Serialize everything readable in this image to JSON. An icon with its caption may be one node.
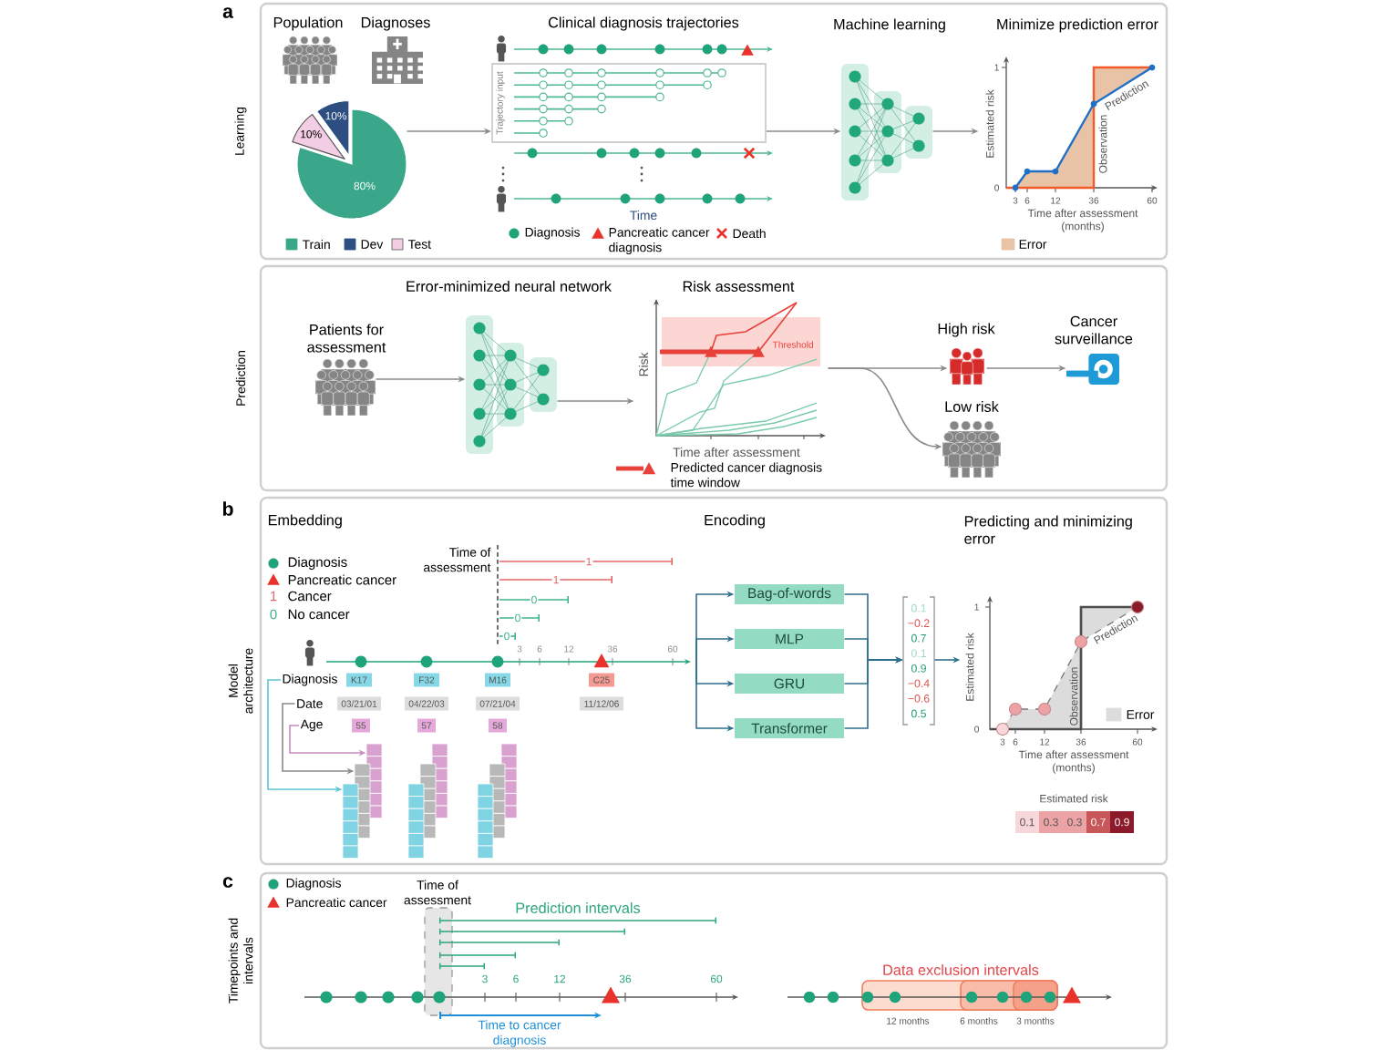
{
  "diagram": {
    "nodes": [
      {
        "text": [
          "Learning"
        ]
      },
      {
        "text": [
          "10%",
          "10%",
          "80%"
        ],
        "in": 0
      },
      {
        "text": [
          "Trajectory input"
        ],
        "in": 0
      },
      {
        "text": [
          "Machine learning"
        ],
        "in": 0
      },
      {
        "text": [
          "Minimize prediction error",
          "1",
          "0",
          "Estimated risk",
          "Observation",
          "Prediction",
          "3",
          "6",
          "12",
          "36",
          "60",
          "Time after assessment (months)"
        ],
        "in": 0
      },
      {
        "text": [
          "Prediction"
        ]
      },
      {
        "text": [
          "Patients for assessment"
        ],
        "in": 5
      },
      {
        "text": [
          "Error-minimized neural network"
        ],
        "in": 5
      },
      {
        "text": [
          "Risk assessment",
          "Risk",
          "Threshold",
          "Time after assessment"
        ],
        "in": 5
      },
      {
        "text": [
          "High risk"
        ],
        "in": 5
      },
      {
        "text": [
          "Cancer surveillance"
        ],
        "in": 5
      },
      {
        "text": [
          "Low risk"
        ],
        "in": 5
      },
      {
        "text": [
          "Model architecture"
        ]
      },
      {
        "text": [
          "Diagnosis"
        ],
        "in": 12
      },
      {
        "text": [
          "K17"
        ],
        "in": 12
      },
      {
        "text": [
          "F32"
        ],
        "in": 12
      },
      {
        "text": [
          "M16"
        ],
        "in": 12
      },
      {
        "text": [
          "C25"
        ],
        "in": 12
      },
      {
        "text": [
          "Date"
        ],
        "in": 12
      },
      {
        "text": [
          "03/21/01"
        ],
        "in": 12
      },
      {
        "text": [
          "04/22/03"
        ],
        "in": 12
      },
      {
        "text": [
          "07/21/04"
        ],
        "in": 12
      },
      {
        "text": [
          "11/12/06"
        ],
        "in": 12
      },
      {
        "text": [
          "Age"
        ],
        "in": 12
      },
      {
        "text": [
          "55"
        ],
        "in": 12
      },
      {
        "text": [
          "57"
        ],
        "in": 12
      },
      {
        "text": [
          "58"
        ],
        "in": 12
      },
      {
        "text": [],
        "shape": "picture",
        "in": 12
      },
      {
        "text": [],
        "shape": "picture",
        "in": 12
      },
      {
        "text": [],
        "shape": "picture",
        "in": 12
      },
      {
        "text": [
          "Bag-of-words"
        ],
        "in": 12
      },
      {
        "text": [
          "MLP"
        ],
        "in": 12
      },
      {
        "text": [
          "GRU"
        ],
        "in": 12
      },
      {
        "text": [
          "Transformer"
        ],
        "in": 12
      },
      {
        "text": [
          "0.1",
          "−0.2",
          "0.7",
          "0.1",
          "0.9",
          "−0.4",
          "−0.6",
          "0.5"
        ],
        "in": 12
      },
      {
        "text": [
          "Predicting and minimizing error",
          "1",
          "0",
          "Estimated risk",
          "Observation",
          "Prediction",
          "3",
          "6",
          "12",
          "36",
          "60",
          "Time after assessment (months)"
        ],
        "in": 12
      },
      {
        "text": [
          "Timepoints and intervals"
        ]
      },
      {
        "text": [
          "Time of assessment"
        ],
        "in": 36
      },
      {
        "text": [
          "12 months"
        ],
        "in": 36
      },
      {
        "text": [
          "6 months"
        ],
        "in": 38
      },
      {
        "text": [
          "3 months"
        ],
        "in": 39
      }
    ],
    "edges": [
      {
        "from": 1,
        "to": 2,
        "arrow": "to"
      },
      {
        "from": 2,
        "to": 3,
        "arrow": "to"
      },
      {
        "from": 3,
        "to": 4,
        "arrow": "to"
      },
      {
        "from": 6,
        "to": 7,
        "arrow": "to"
      },
      {
        "from": 7,
        "to": 8,
        "arrow": "to"
      },
      {
        "from": 8,
        "to": 9,
        "arrow": "to"
      },
      {
        "from": 8,
        "to": 11,
        "arrow": "to"
      },
      {
        "from": 9,
        "to": 10,
        "arrow": "to"
      },
      {
        "from": 13,
        "to": 27,
        "arrow": "to",
        "color": "#5cc6d6"
      },
      {
        "from": 18,
        "to": 27,
        "arrow": "to"
      },
      {
        "from": 23,
        "to": 27,
        "arrow": "to",
        "color": "#c98bbf"
      },
      {
        "from": null,
        "to": 30,
        "arrow": "to",
        "color": "#2e6f8e"
      },
      {
        "from": null,
        "to": 31,
        "arrow": "to",
        "color": "#2e6f8e"
      },
      {
        "from": null,
        "to": 32,
        "arrow": "to",
        "color": "#2e6f8e"
      },
      {
        "from": null,
        "to": 33,
        "arrow": "to",
        "color": "#2e6f8e"
      },
      {
        "from": 30,
        "to": 34,
        "arrow": "to",
        "color": "#2e6f8e"
      },
      {
        "from": 31,
        "to": 34,
        "arrow": "to",
        "color": "#2e6f8e"
      },
      {
        "from": 32,
        "to": 34,
        "arrow": "to",
        "color": "#2e6f8e"
      },
      {
        "from": 33,
        "to": 34,
        "arrow": "to",
        "color": "#2e6f8e"
      },
      {
        "from": 34,
        "to": 35,
        "arrow": "to",
        "color": "#2e6f8e"
      }
    ],
    "labels": [
      "a",
      "Population",
      "Diagnoses",
      "Clinical diagnosis trajectories",
      "Time",
      "b",
      "Embedding",
      "Encoding",
      "1",
      "0",
      "Time of assessment",
      "1",
      "1",
      "0",
      "0",
      "0",
      "3",
      "6",
      "12",
      "36",
      "60",
      "Estimated risk",
      "0.1",
      "0.3",
      "0.3",
      "0.7",
      "0.9",
      "c",
      "Prediction intervals",
      "3",
      "6",
      "12",
      "36",
      "60",
      "Time to cancer diagnosis",
      "Data exclusion intervals"
    ],
    "legend": [
      {
        "text": "Train",
        "color": "#3aa68a"
      },
      {
        "text": "Dev",
        "color": "#2d4e80"
      },
      {
        "text": "Test",
        "color": "#f3cde4"
      },
      {
        "text": "Diagnosis"
      },
      {
        "text": "Pancreatic cancer diagnosis"
      },
      {
        "text": "Death"
      },
      {
        "text": "Error",
        "color": "#e8c3a6"
      },
      {
        "text": "Predicted cancer diagnosis time window"
      },
      {
        "text": "Diagnosis"
      },
      {
        "text": "Pancreatic cancer"
      },
      {
        "text": "Cancer"
      },
      {
        "text": "No cancer"
      },
      {
        "text": "Error",
        "color": "#dcdcdc"
      },
      {
        "text": "Diagnosis"
      },
      {
        "text": "Pancreatic cancer"
      }
    ]
  }
}
